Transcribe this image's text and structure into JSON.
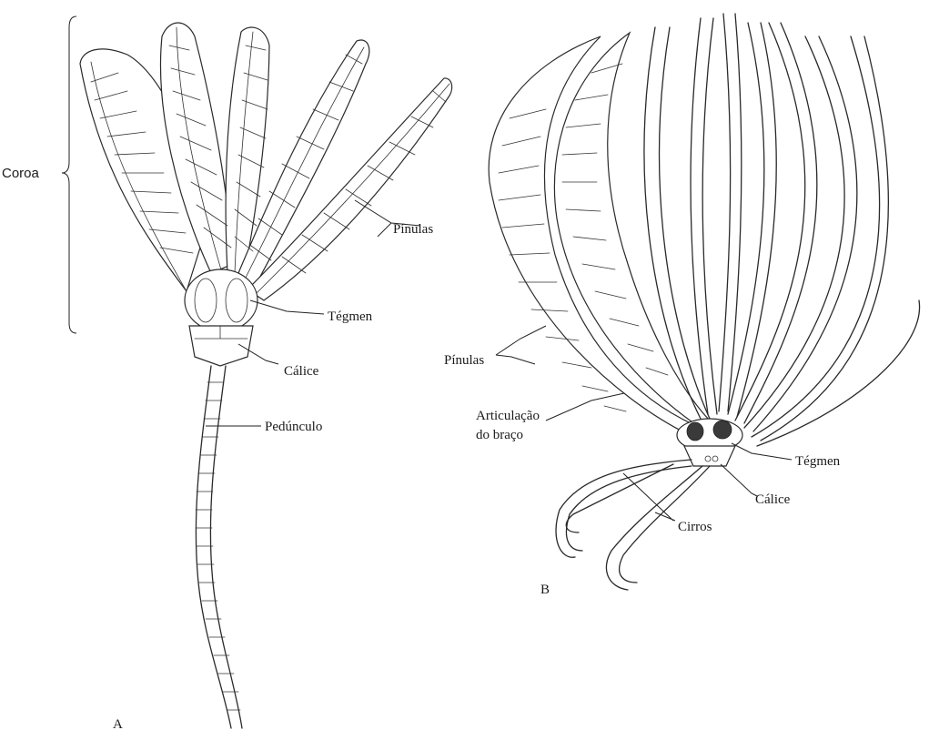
{
  "panel_a": {
    "letter": "A",
    "labels": {
      "coroa": "Coroa",
      "pinulas": "Pínulas",
      "tegmen": "Tégmen",
      "calice": "Cálice",
      "pedunculo": "Pedúnculo"
    }
  },
  "panel_b": {
    "letter": "B",
    "labels": {
      "pinulas": "Pínulas",
      "articulacao_1": "Articulação",
      "articulacao_2": "do braço",
      "tegmen": "Tégmen",
      "calice": "Cálice",
      "cirros": "Cirros"
    }
  }
}
